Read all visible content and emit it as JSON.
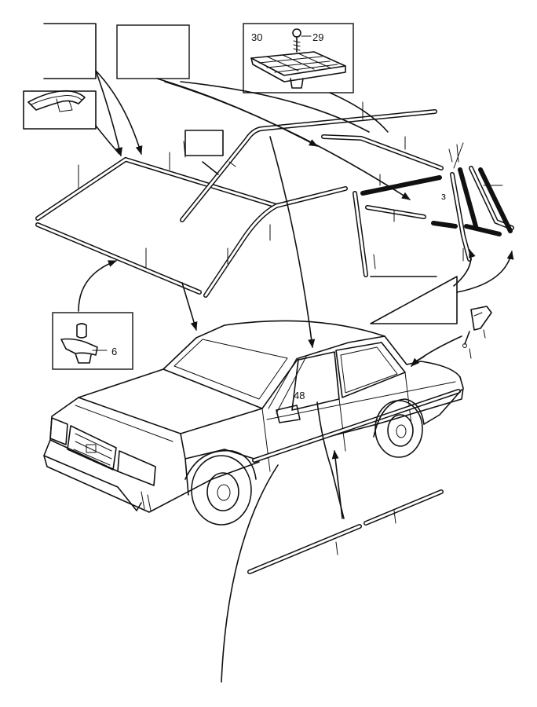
{
  "callouts": {
    "c30": "30",
    "c29": "29",
    "c6": "6",
    "c48": "48",
    "c3": "з"
  }
}
